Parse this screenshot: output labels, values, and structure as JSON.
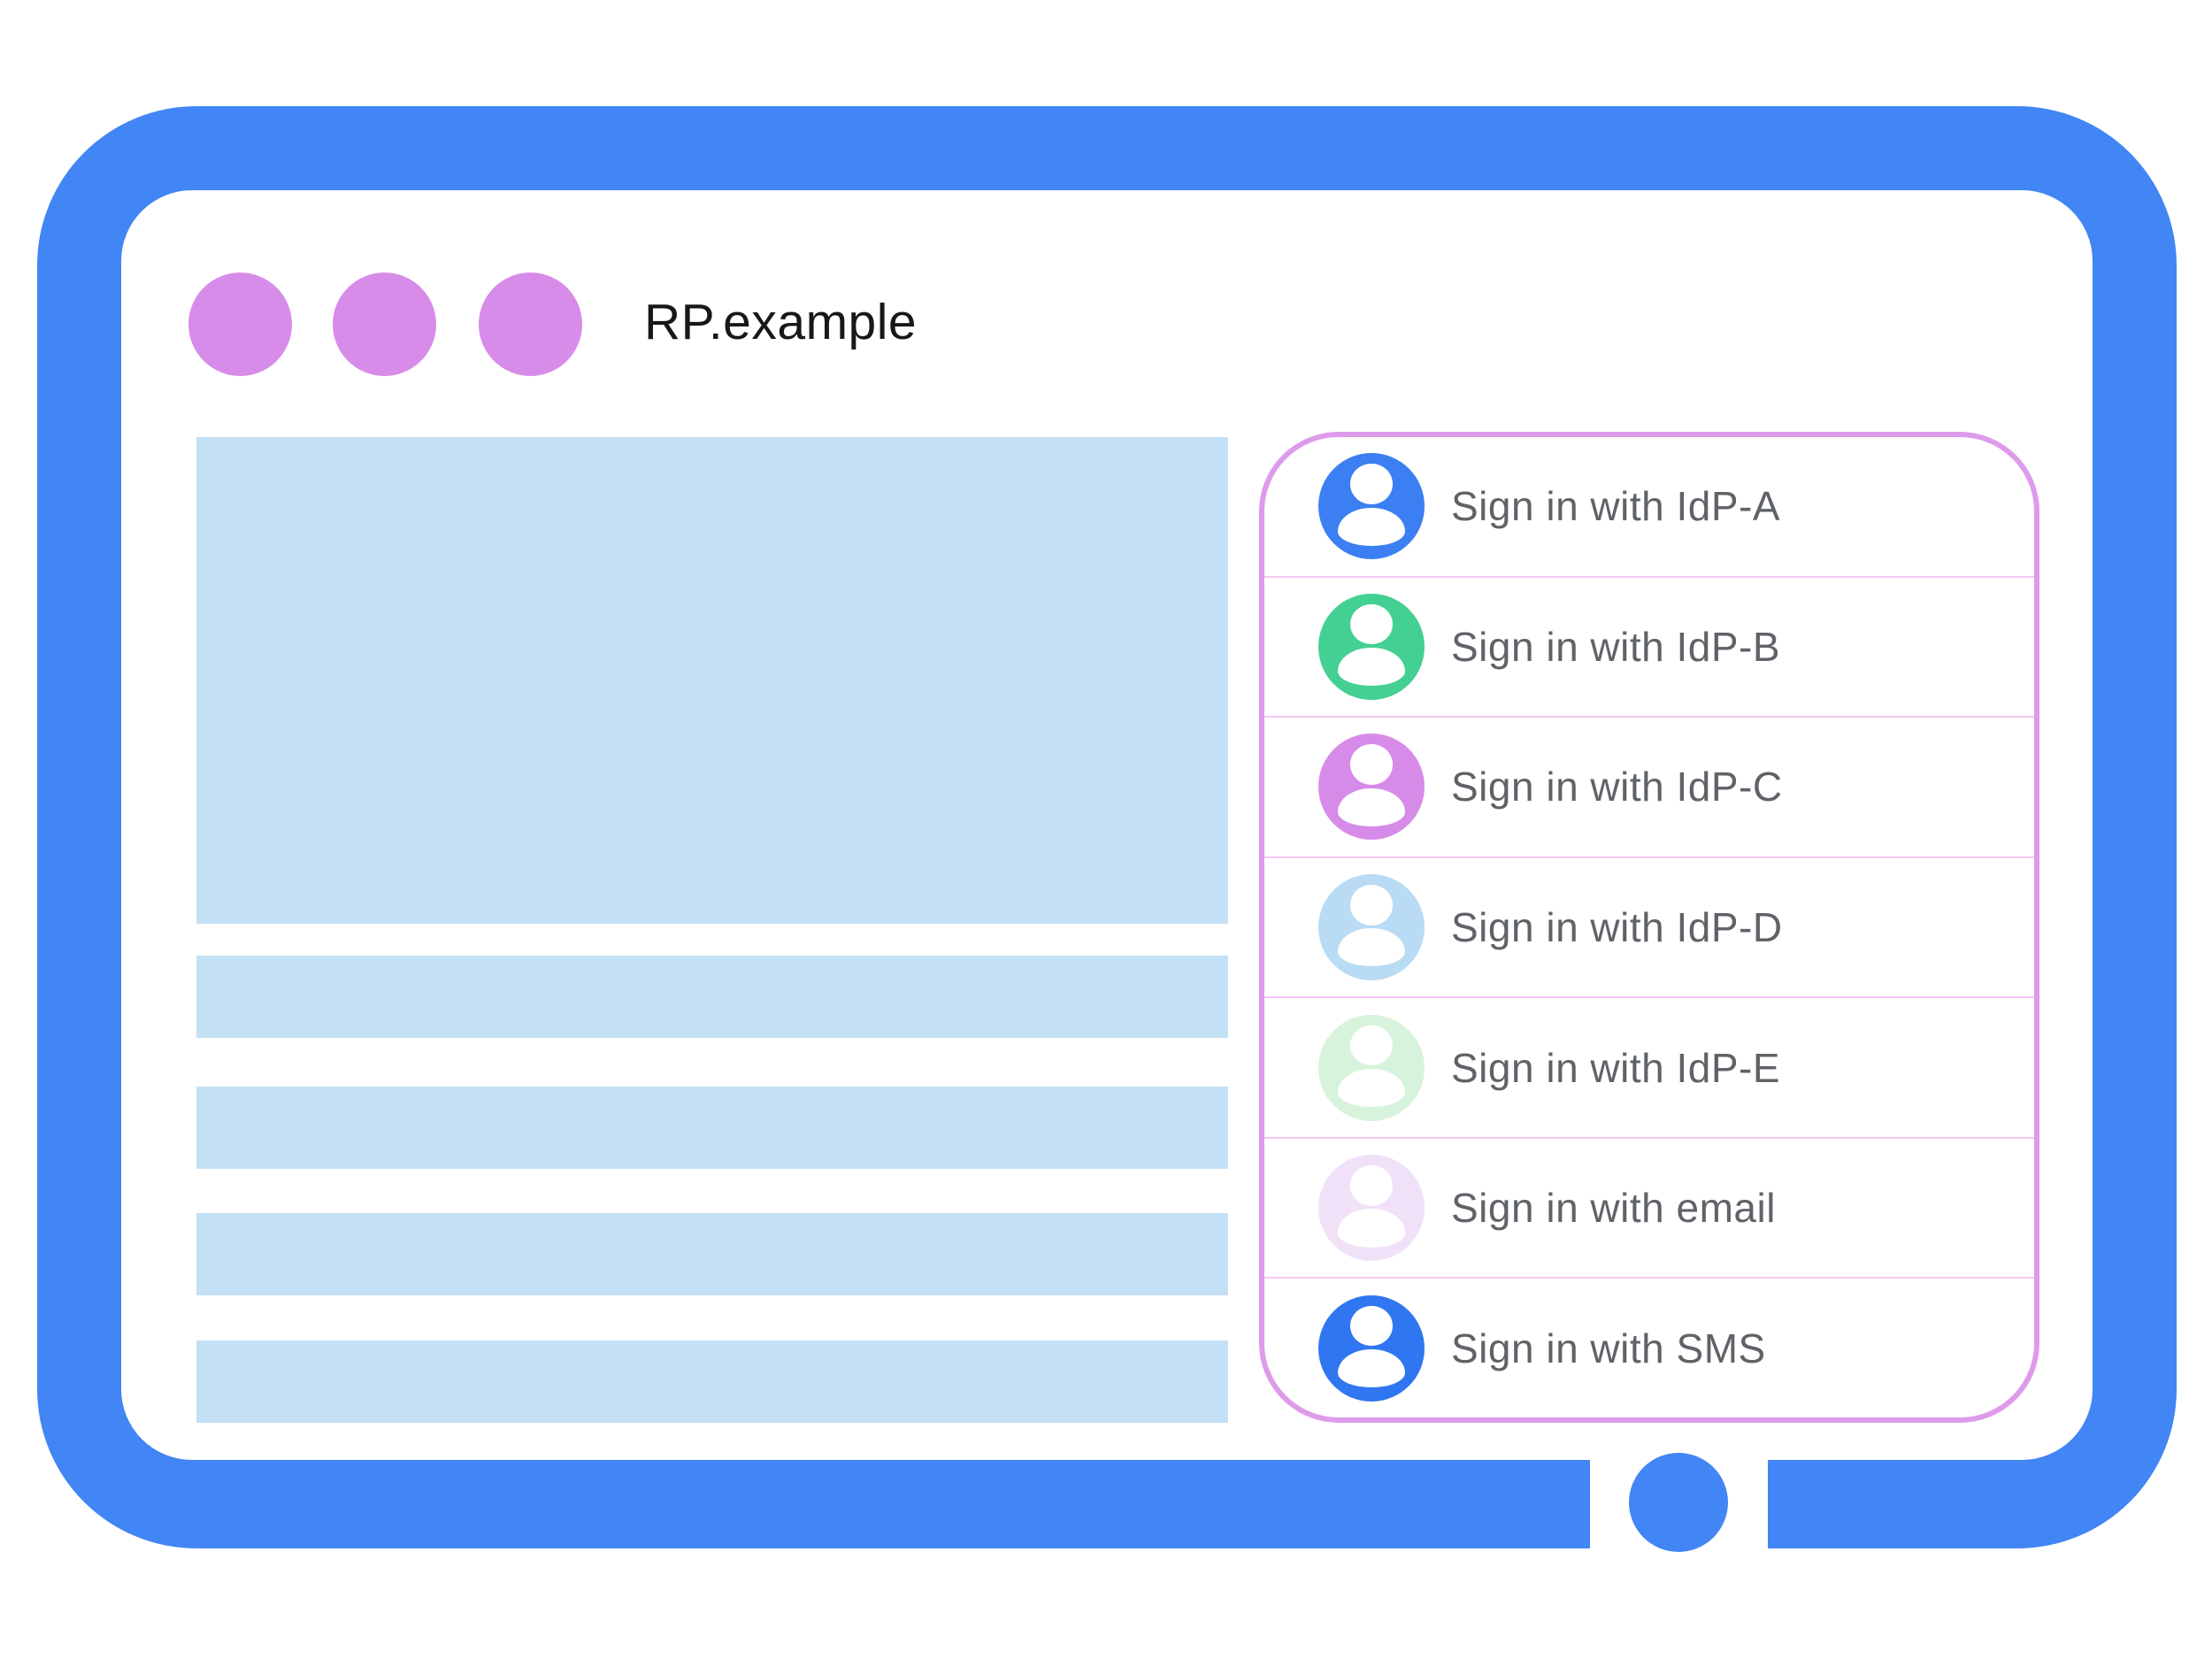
{
  "colors": {
    "frame_blue": "#4285F4",
    "window_dot": "#D88CE9",
    "content_block_blue": "#C4E0F4",
    "panel_border": "#DE9BEB",
    "panel_divider": "#F2C8F3",
    "label_text": "#5F6368",
    "title_text": "#17181A"
  },
  "window": {
    "title": "RP.example",
    "dot_count": 3
  },
  "signin_panel": {
    "items": [
      {
        "label": "Sign in with IdP-A",
        "avatar_icon": "person-icon",
        "avatar_color": "#3C7FF3"
      },
      {
        "label": "Sign in with IdP-B",
        "avatar_icon": "person-icon",
        "avatar_color": "#44D093"
      },
      {
        "label": "Sign in with IdP-C",
        "avatar_icon": "person-icon",
        "avatar_color": "#D78BE8"
      },
      {
        "label": "Sign in with IdP-D",
        "avatar_icon": "person-icon",
        "avatar_color": "#B9DBF4"
      },
      {
        "label": "Sign in with IdP-E",
        "avatar_icon": "person-icon",
        "avatar_color": "#D7F3DC"
      },
      {
        "label": "Sign in with email",
        "avatar_icon": "person-icon",
        "avatar_color": "#F0E1F8"
      },
      {
        "label": "Sign in with SMS",
        "avatar_icon": "person-icon",
        "avatar_color": "#3076F0"
      }
    ]
  }
}
